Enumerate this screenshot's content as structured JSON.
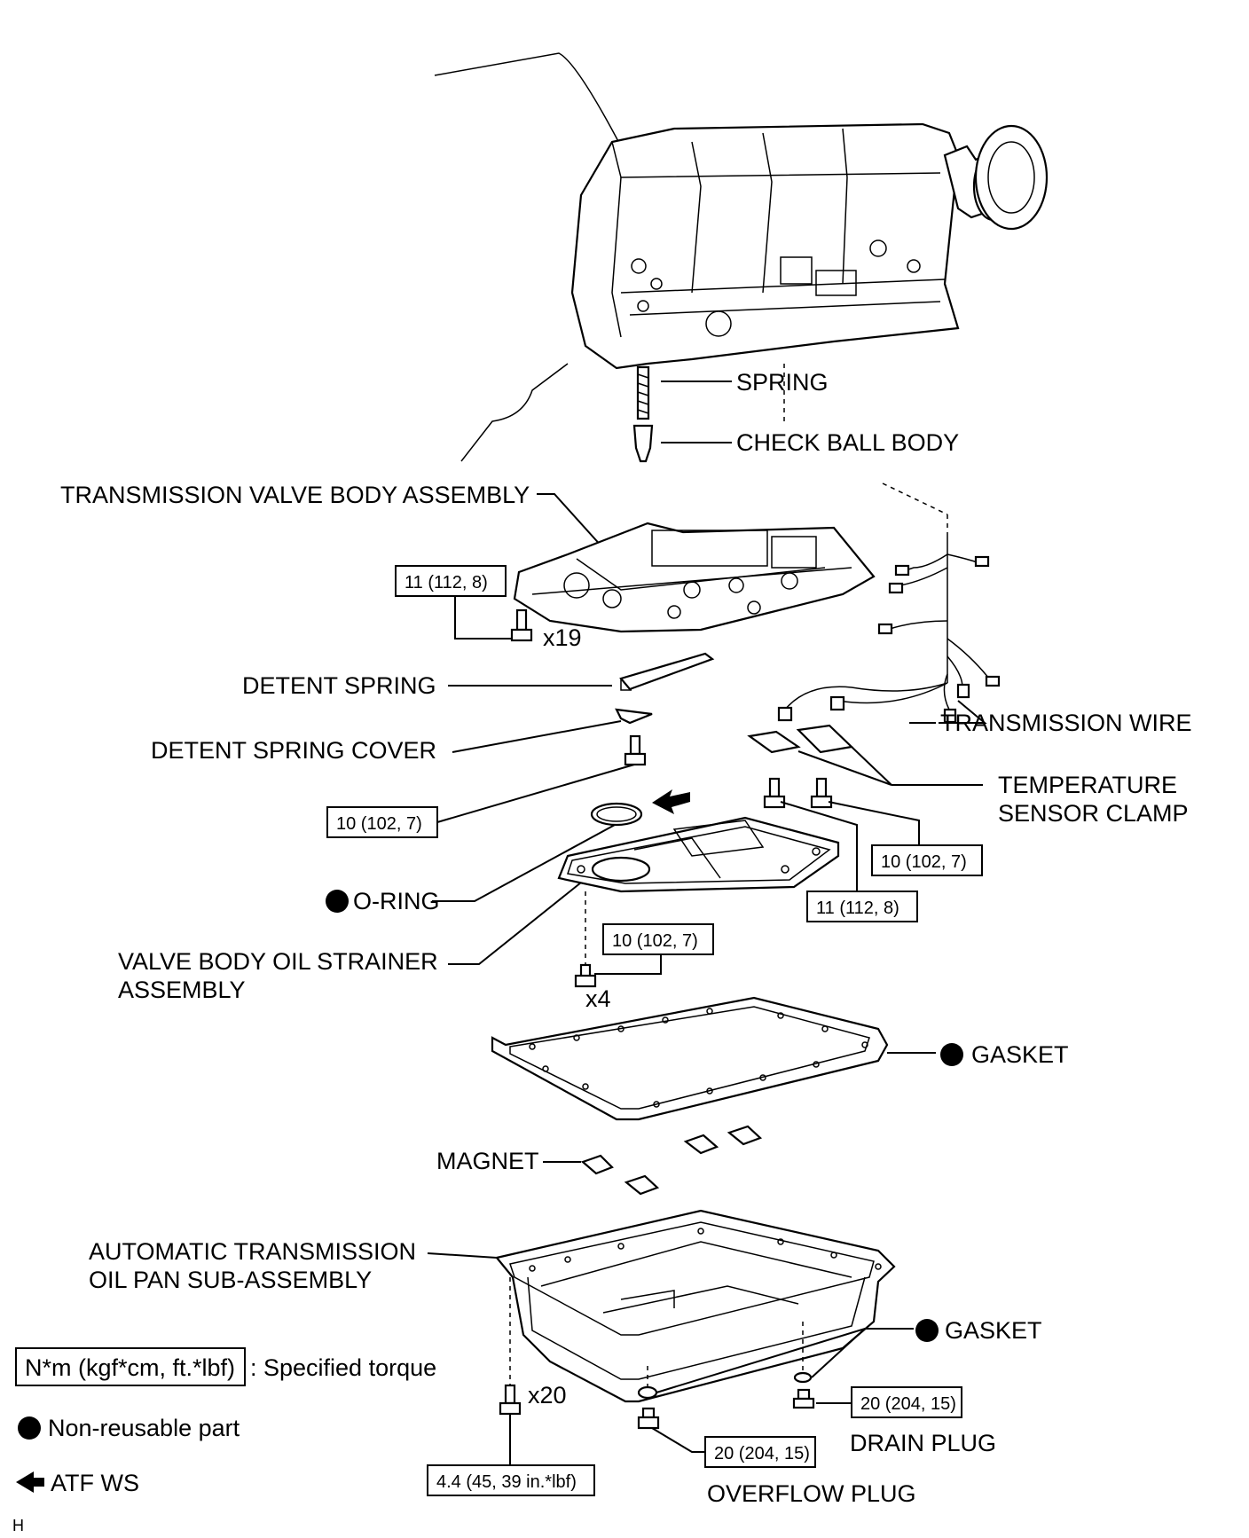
{
  "labels": {
    "spring": "SPRING",
    "check_ball_body": "CHECK BALL BODY",
    "valve_body": "TRANSMISSION VALVE BODY ASSEMBLY",
    "detent_spring": "DETENT SPRING",
    "detent_spring_cover": "DETENT SPRING COVER",
    "transmission_wire": "TRANSMISSION WIRE",
    "temp_sensor_clamp_1": "TEMPERATURE",
    "temp_sensor_clamp_2": "SENSOR CLAMP",
    "o_ring": "O-RING",
    "strainer_1": "VALVE BODY OIL STRAINER",
    "strainer_2": "ASSEMBLY",
    "gasket_pan": "GASKET",
    "magnet": "MAGNET",
    "oil_pan_1": "AUTOMATIC TRANSMISSION",
    "oil_pan_2": "OIL PAN SUB-ASSEMBLY",
    "gasket_plug": "GASKET",
    "drain_plug": "DRAIN PLUG",
    "overflow_plug": "OVERFLOW PLUG"
  },
  "quantities": {
    "valve_body_bolts": "x19",
    "strainer_bolts": "x4",
    "pan_bolts": "x20"
  },
  "torques": {
    "valve_body_bolt": "11 (112, 8)",
    "detent_cover_bolt": "10 (102, 7)",
    "clamp_bolt_right": "10 (102, 7)",
    "clamp_bolt_left": "11 (112, 8)",
    "strainer_bolt": "10 (102, 7)",
    "drain_plug": "20 (204, 15)",
    "overflow_plug": "20 (204, 15)",
    "pan_bolt": "4.4 (45, 39 in.*lbf)"
  },
  "legend": {
    "torque_box": "N*m (kgf*cm, ft.*lbf)",
    "torque_desc": ": Specified torque",
    "non_reusable": "Non-reusable part",
    "atf": "ATF WS"
  },
  "corner_mark": "H"
}
